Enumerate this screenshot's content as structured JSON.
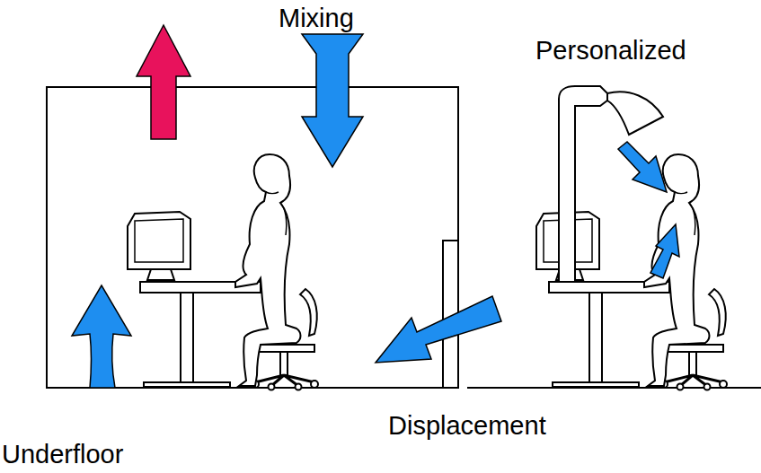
{
  "diagram": {
    "labels": [
      "Mixing",
      "Personalized",
      "Displacement",
      "Underfloor"
    ]
  }
}
